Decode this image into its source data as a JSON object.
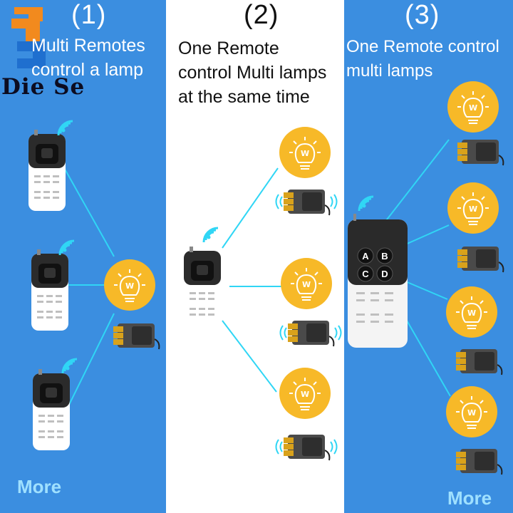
{
  "brand": {
    "name": "Die Se"
  },
  "panels": [
    {
      "number": "(1)",
      "caption_line1": "Multi Remotes",
      "caption_line2": "control a lamp",
      "more": "More"
    },
    {
      "number": "(2)",
      "caption_line1": "One Remote",
      "caption_line2": "control Multi lamps",
      "caption_line3": "at the same time"
    },
    {
      "number": "(3)",
      "caption_line1": "One Remote control",
      "caption_line2": "multi lamps",
      "more": "More"
    }
  ],
  "remote_buttons": [
    "A",
    "B",
    "C",
    "D"
  ],
  "lamp_symbol": "W",
  "colors": {
    "panel_blue": "#3b8ee0",
    "lamp_yellow": "#f7b928",
    "signal_cyan": "#30d6f5",
    "more_text": "#9fe0ff"
  },
  "icons": [
    "lamp-icon",
    "wifi-signal-icon",
    "relay-module-icon",
    "remote-control-icon"
  ]
}
